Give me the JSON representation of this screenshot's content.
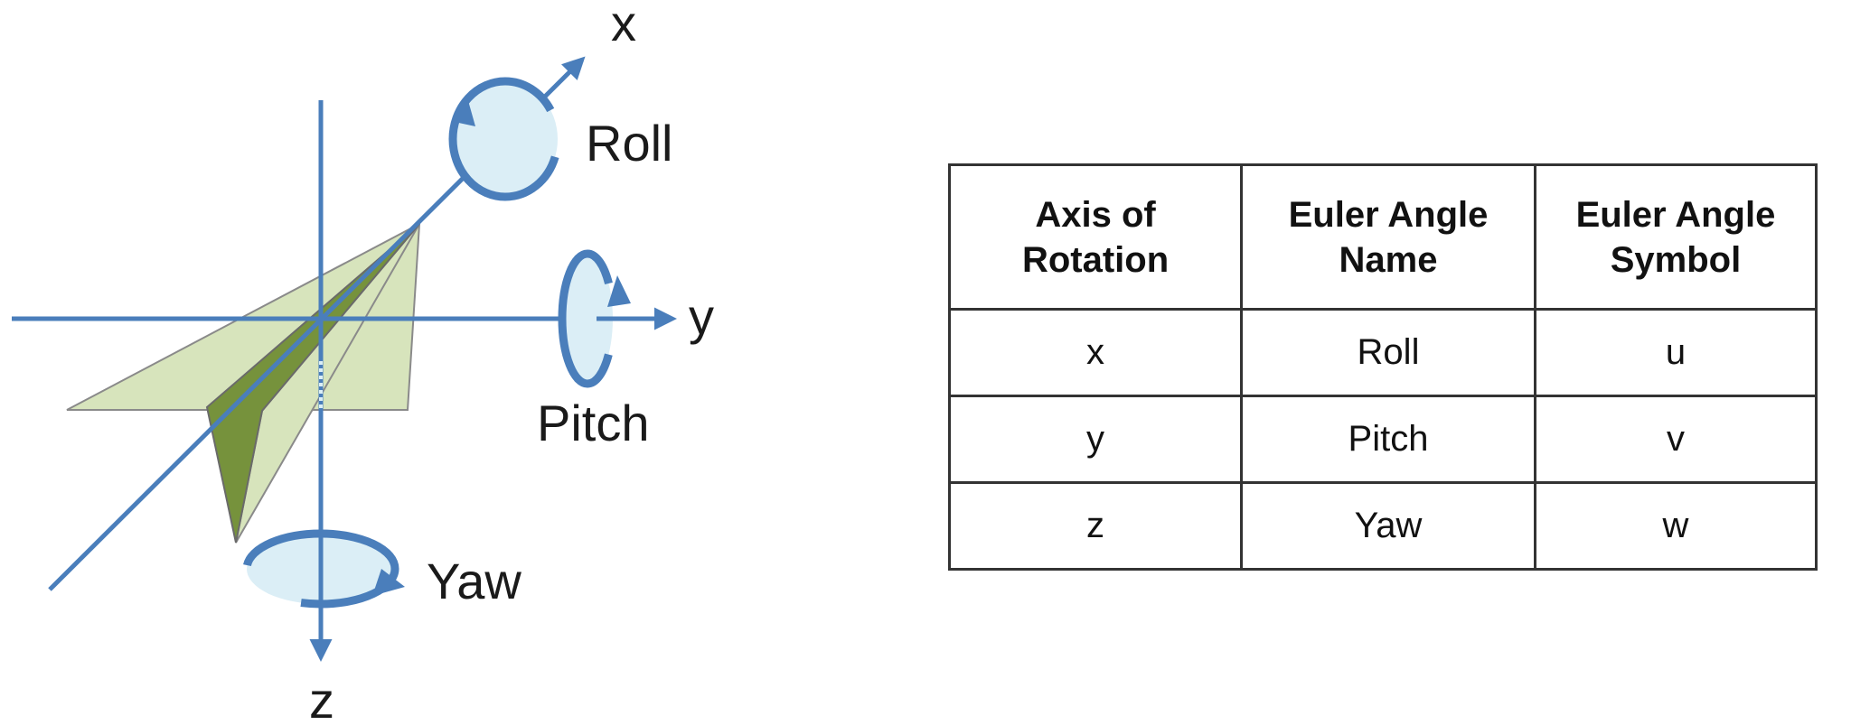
{
  "diagram": {
    "axis_labels": {
      "x": "x",
      "y": "y",
      "z": "z"
    },
    "rotation_labels": {
      "roll": "Roll",
      "pitch": "Pitch",
      "yaw": "Yaw"
    },
    "colors": {
      "axis": "#4a7ebb",
      "ellipse_fill": "#dbeef6",
      "wing_light": "#d7e4bc",
      "wing_dark": "#76923c"
    }
  },
  "table": {
    "headers": [
      [
        "Axis of",
        "Rotation"
      ],
      [
        "Euler Angle",
        "Name"
      ],
      [
        "Euler Angle",
        "Symbol"
      ]
    ],
    "rows": [
      [
        "x",
        "Roll",
        "u"
      ],
      [
        "y",
        "Pitch",
        "v"
      ],
      [
        "z",
        "Yaw",
        "w"
      ]
    ]
  }
}
